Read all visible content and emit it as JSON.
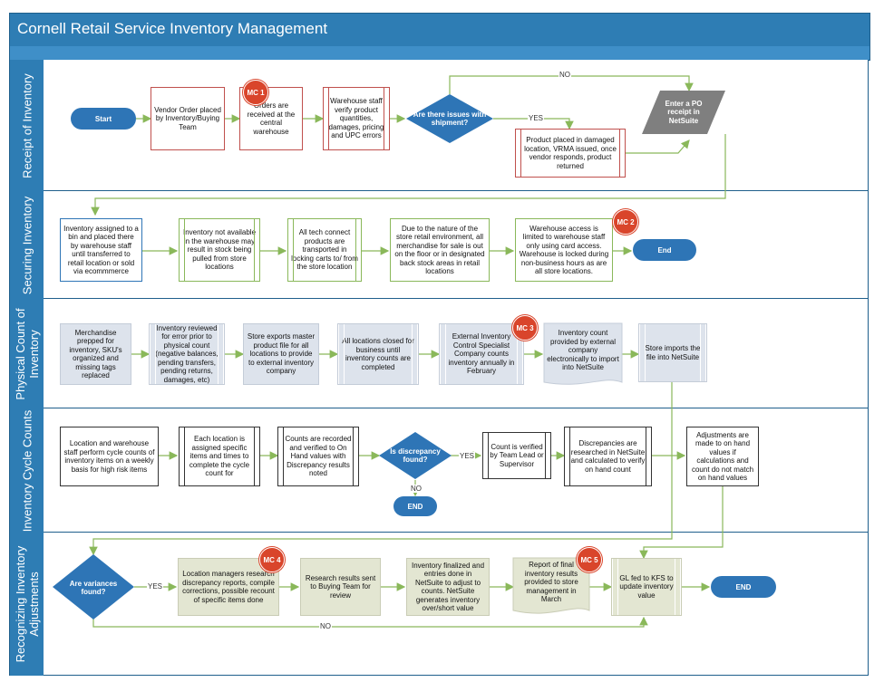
{
  "title": "Cornell Retail Service Inventory Management",
  "colors": {
    "lane_header": "#2e7db4",
    "pill": "#2e75b6",
    "marker": "#d9452b",
    "arrow": "#8ab85a"
  },
  "lanes": [
    "Receipt of Inventory",
    "Securing Inventory",
    "Physical Count of Inventory",
    "Inventory Cycle Counts",
    "Recognizing Inventory Adjustments"
  ],
  "receipt": {
    "start": "Start",
    "vendor_order": "Vendor Order placed by Inventory/Buying Team",
    "orders_received": "Orders are received at the central warehouse",
    "warehouse_verify": "Warehouse staff verify product quantities, damages, pricing and UPC errors",
    "issues_decision": "Are there issues with shipment?",
    "no": "NO",
    "yes": "YES",
    "damaged": "Product placed in damaged location, VRMA issued, once vendor responds, product returned",
    "po_receipt": "Enter a PO receipt in NetSuite"
  },
  "securing": {
    "assigned": "Inventory assigned to a bin and placed there by warehouse staff until transferred to retail location or sold via ecommmerce",
    "not_available": "Inventory not available in the warehouse may result in stock being pulled from store locations",
    "tech_connect": "All tech connect products are transported in locking carts to/ from the store location",
    "nature": "Due to the nature of the store retail environment, all merchandise for sale is out on the floor or in designated back stock areas in retail locations",
    "access": "Warehouse access is limited to warehouse staff only using card access. Warehouse is locked during non-business hours as are all store locations.",
    "end": "End"
  },
  "physical": {
    "prepped": "Merchandise prepped for inventory, SKU's organized and missing tags replaced",
    "reviewed": "Inventory reviewed for error prior to physical count (negative balances, pending transfers, pending returns, damages, etc)",
    "exports": "Store exports master product file for all locations to provide to external inventory company",
    "closed": "All locations closed for business until inventory counts are completed",
    "external": "External Inventory Control Specialist Company counts inventory annually in February",
    "provided": "Inventory count provided by external company electronically to import into NetSuite",
    "imports": "Store imports the file into NetSuite"
  },
  "cycle": {
    "perform": "Location and warehouse staff perform cycle counts of inventory items on a weekly basis for high risk items",
    "assigned": "Each location is assigned specific items and times to complete the cycle count for",
    "recorded": "Counts are recorded and verified to On Hand values with Discrepancy results noted",
    "discrepancy_decision": "Is discrepancy found?",
    "yes": "YES",
    "no": "NO",
    "end": "END",
    "verified": "Count is verified by Team Lead or Supervisor",
    "researched": "Discrepancies are researched in NetSuite and calculated to verify on hand count",
    "adjustments": "Adjustments are made to on hand values if calculations and count do not match on hand values"
  },
  "recognizing": {
    "variances_decision": "Are variances found?",
    "yes": "YES",
    "no": "NO",
    "managers": "Location managers research discrepancy reports, compile corrections, possible recount of specific items done",
    "results": "Research results sent to Buying Team for review",
    "finalized": "Inventory finalized and entries done in NetSuite to adjust to counts. NetSuite generates inventory over/short value",
    "report": "Report of final inventory results provided to store management in March",
    "gl": "GL fed to KFS to update inventory value",
    "end": "END"
  },
  "markers": [
    "MC 1",
    "MC 2",
    "MC 3",
    "MC 4",
    "MC 5"
  ]
}
